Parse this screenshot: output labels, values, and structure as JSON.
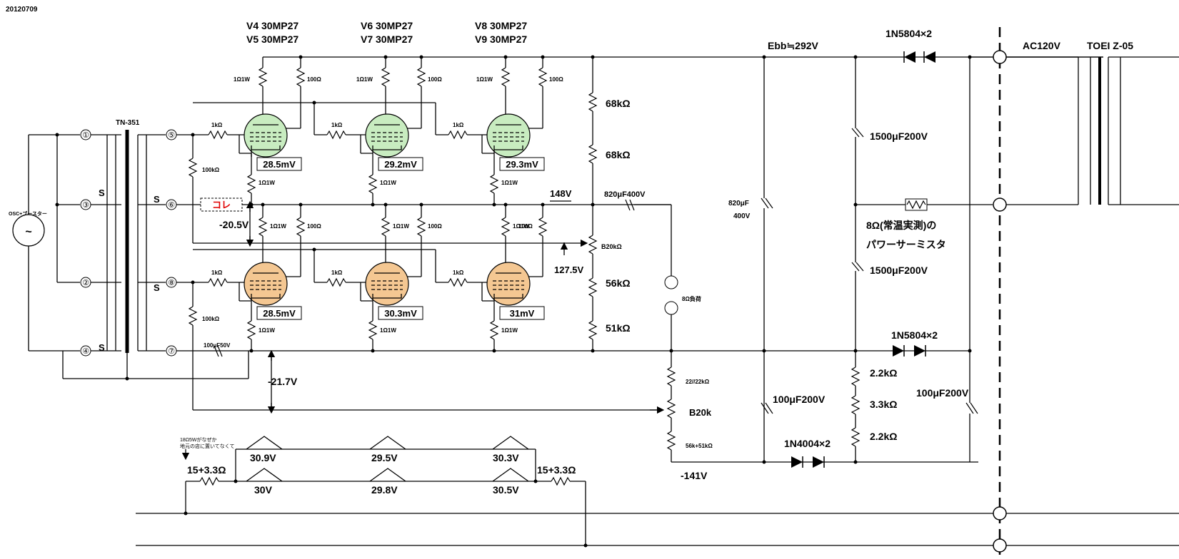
{
  "date": "20120709",
  "tubes": {
    "group1": [
      "V4 30MP27",
      "V5 30MP27"
    ],
    "group2": [
      "V6 30MP27",
      "V7 30MP27"
    ],
    "group3": [
      "V8 30MP27",
      "V9 30MP27"
    ]
  },
  "supply": {
    "ebb": "Ebb≒292V",
    "ac": "AC120V",
    "transformer": "TOEI Z-05",
    "diode_top": "1N5804×2",
    "diode_mid": "1N5804×2",
    "diode_bottom": "1N4004×2",
    "cap_top": "1500μF200V",
    "cap_mid": "1500μF200V",
    "cap_main": "820μF",
    "cap_main_v": "400V",
    "thermistor_line1": "8Ω(常温実測)の",
    "thermistor_line2": "パワーサーミスタ",
    "cap_neg1": "100μF200V",
    "cap_neg2": "100μF200V",
    "neg_r1": "2.2kΩ",
    "neg_r2": "3.3kΩ",
    "neg_r3": "2.2kΩ",
    "neg_v": "-141V"
  },
  "divider": {
    "r1": "68kΩ",
    "r2": "68kΩ",
    "pot": "B20kΩ",
    "r3": "56kΩ",
    "r4": "51kΩ",
    "v_mid": "148V",
    "v_low": "127.5V",
    "out_cap": "820μF400V",
    "load": "8Ω負荷"
  },
  "bias": {
    "r_top": "22//22kΩ",
    "pot": "B20k",
    "r_bot": "56k+51kΩ",
    "v_upper": "-20.5V",
    "v_lower": "-21.7V",
    "cap": "100μF50V"
  },
  "input": {
    "transformer": "TN-351",
    "osc": "OSC+ブースター",
    "tilde": "~",
    "pins": [
      "①",
      "③",
      "②",
      "④",
      "⑤",
      "⑥",
      "⑧",
      "⑦"
    ],
    "s": "S",
    "kore": "コレ",
    "r100k": "100kΩ"
  },
  "parts": {
    "r_1ohm": "1Ω1W",
    "r_100": "100Ω",
    "r_1k": "1kΩ"
  },
  "cathode_mv": {
    "upper": [
      "28.5mV",
      "29.2mV",
      "29.3mV"
    ],
    "lower": [
      "28.5mV",
      "30.3mV",
      "31mV"
    ]
  },
  "heater": {
    "top": [
      "30.9V",
      "29.5V",
      "30.3V"
    ],
    "bottom": [
      "30V",
      "29.8V",
      "30.5V"
    ],
    "r_left": "15+3.3Ω",
    "r_right": "15+3.3Ω",
    "note1": "18Ω5Wがなぜか",
    "note2": "地元の店に置いてなくて"
  },
  "colors": {
    "tube_upper": "#c8ecc0",
    "tube_lower": "#f4c792",
    "kore_text": "#e00000"
  }
}
